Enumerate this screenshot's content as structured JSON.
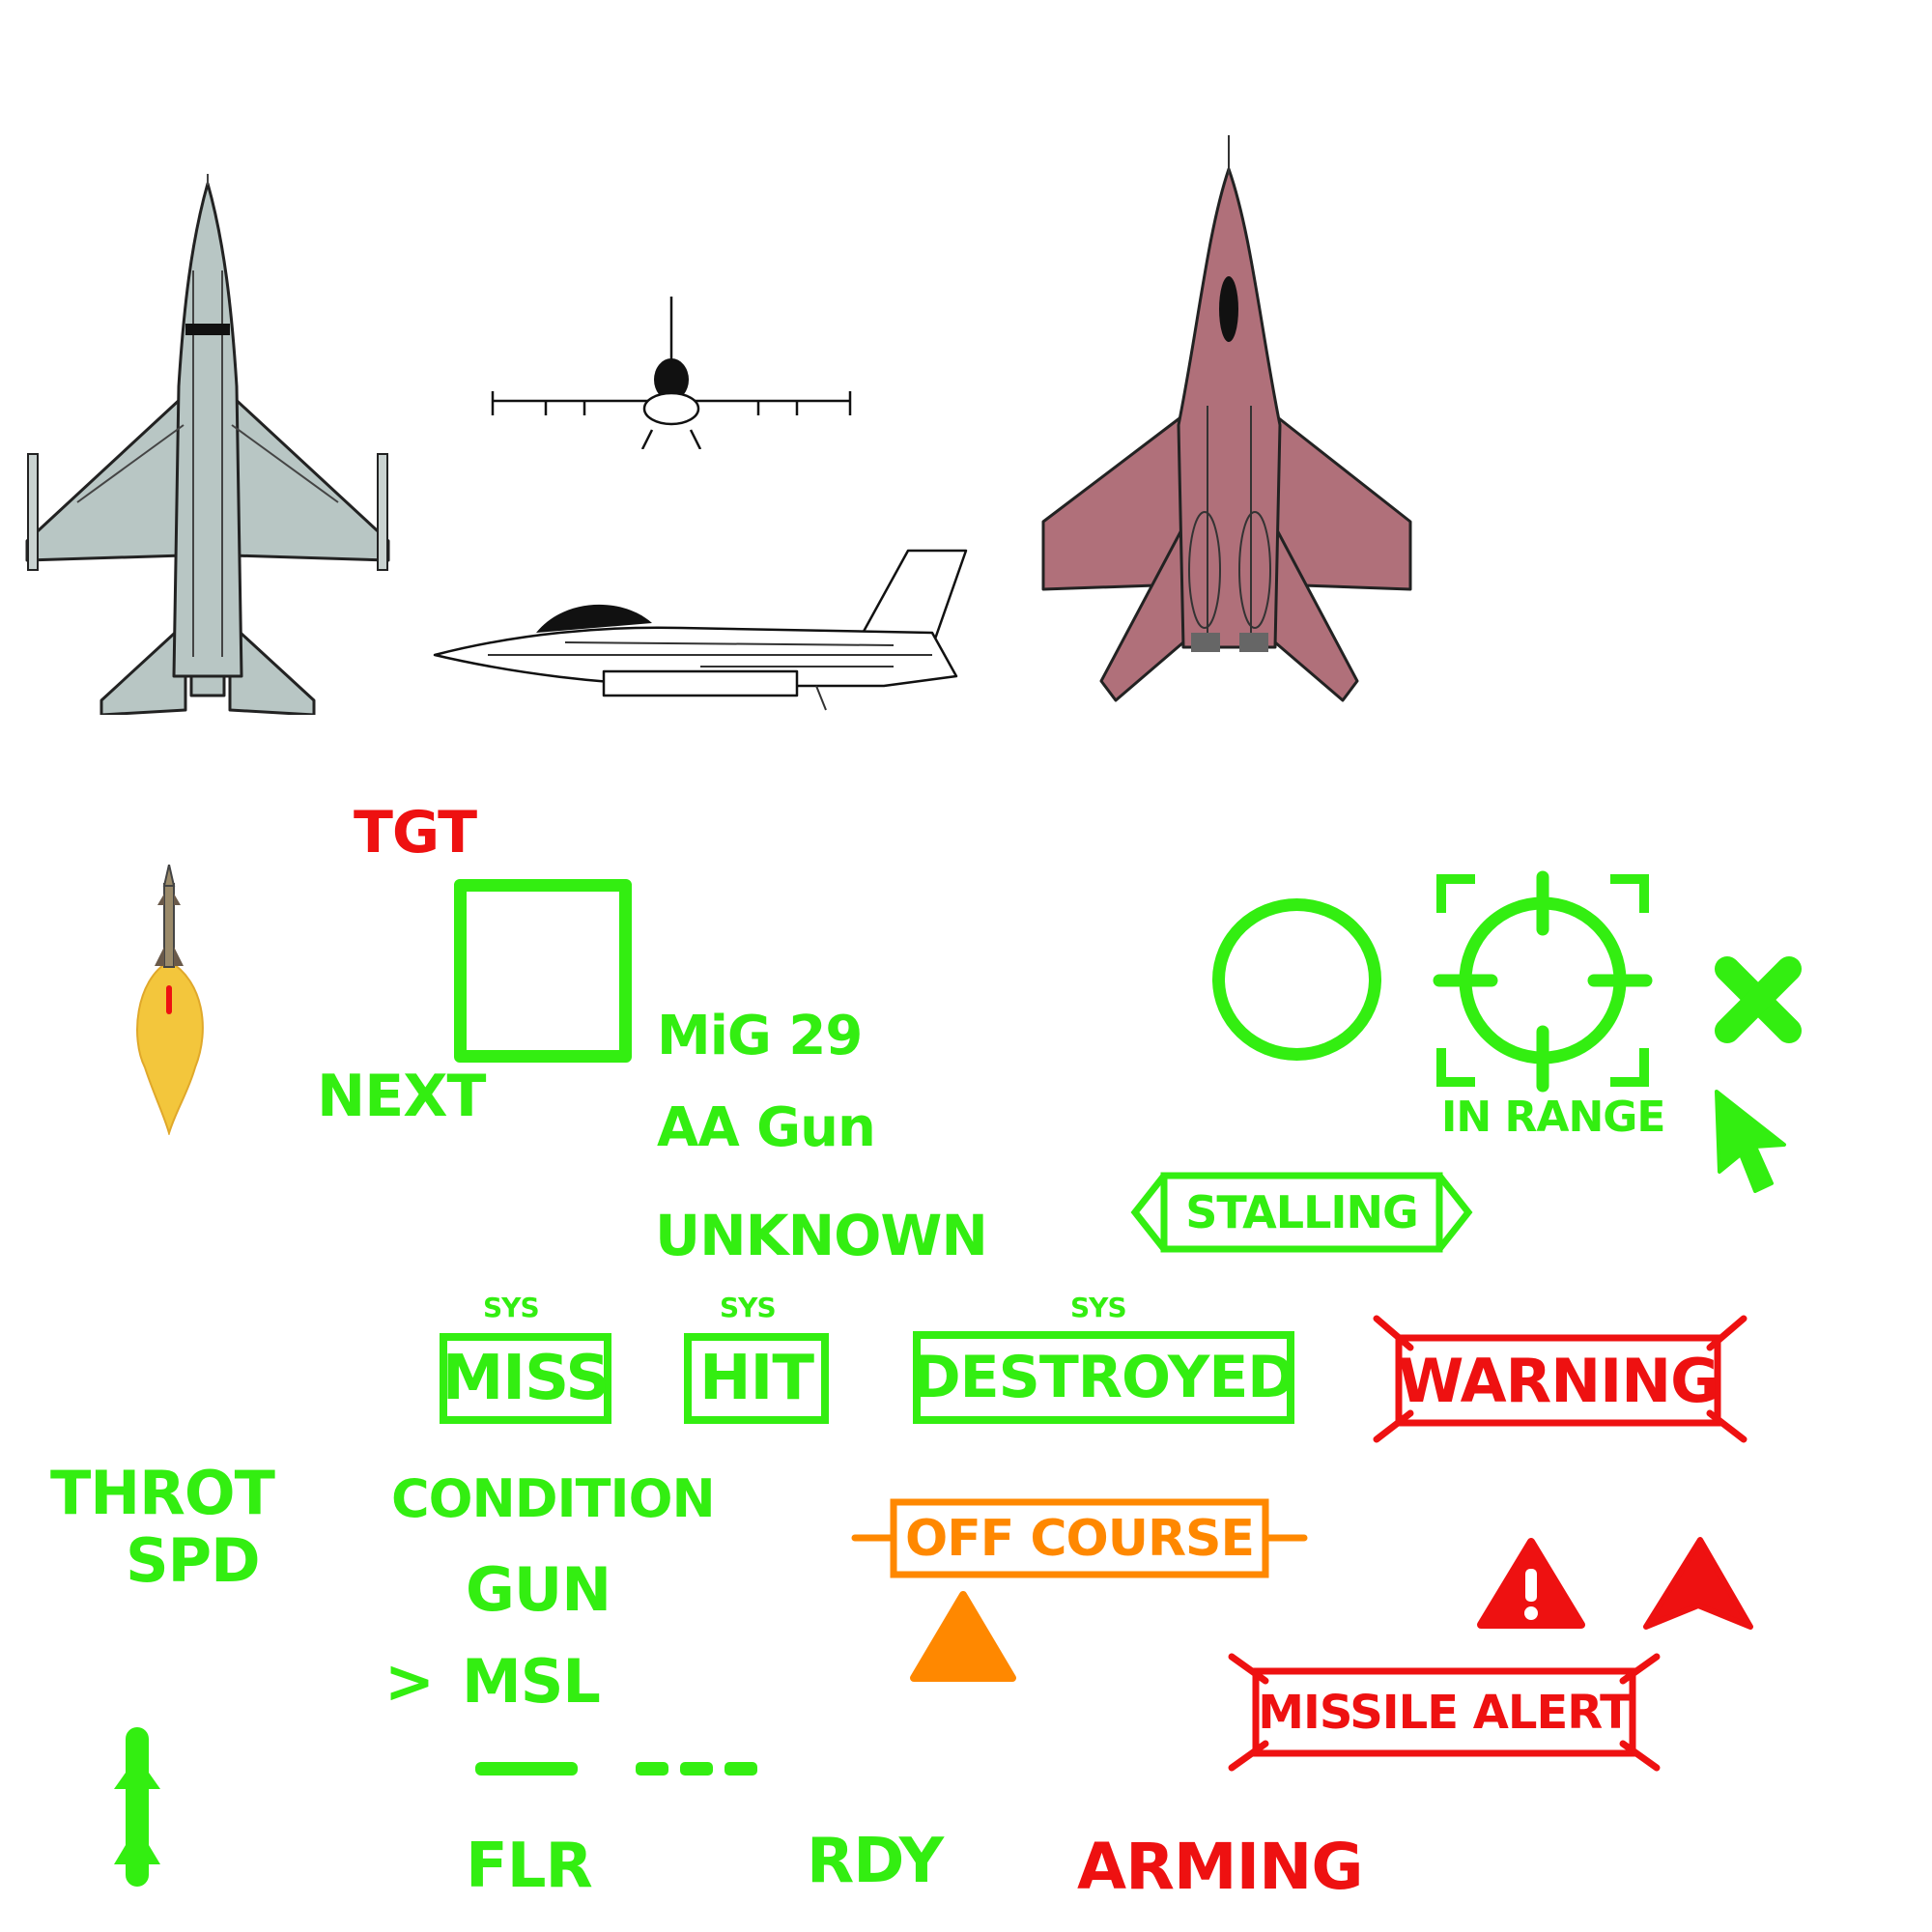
{
  "colors": {
    "hud_green": "#33ee11",
    "alert_red": "#ee1111",
    "caution_orange": "#ff8800",
    "friendly_gray": "#b8c6c4",
    "enemy_maroon": "#b0707a",
    "flame_yellow": "#f3c63c"
  },
  "icons": {
    "friendly_top": "f16-top-view-icon",
    "friendly_front": "f16-front-view-icon",
    "friendly_side": "f16-side-view-icon",
    "enemy_top": "mig29-top-view-icon",
    "missile": "missile-with-flame-icon",
    "missile_hud": "missile-hud-icon",
    "target_box": "target-box-icon",
    "circle_reticle": "circle-reticle-icon",
    "crosshair": "crosshair-lock-icon",
    "x_mark": "x-mark-icon",
    "pointer": "pointer-arrow-icon",
    "caution_triangle": "caution-triangle-icon",
    "warning_triangle": "warning-exclamation-icon",
    "direction_arrow": "direction-arrow-icon"
  },
  "hud": {
    "tgt": "TGT",
    "next": "NEXT",
    "target_name": "MiG 29",
    "target_weapon": "AA Gun",
    "target_status": "UNKNOWN",
    "in_range": "IN RANGE",
    "stalling": "STALLING"
  },
  "status_boxes": [
    {
      "sys": "SYS",
      "label": "MISS"
    },
    {
      "sys": "SYS",
      "label": "HIT"
    },
    {
      "sys": "SYS",
      "label": "DESTROYED"
    }
  ],
  "warning": "WARNING",
  "gauges": {
    "throt": "THROT",
    "spd": "SPD"
  },
  "weapons": {
    "header": "CONDITION",
    "gun": "GUN",
    "msl": "MSL",
    "selector": ">",
    "flr": "FLR",
    "rdy": "RDY",
    "arming": "ARMING"
  },
  "off_course": "OFF COURSE",
  "missile_alert": "MISSILE ALERT"
}
